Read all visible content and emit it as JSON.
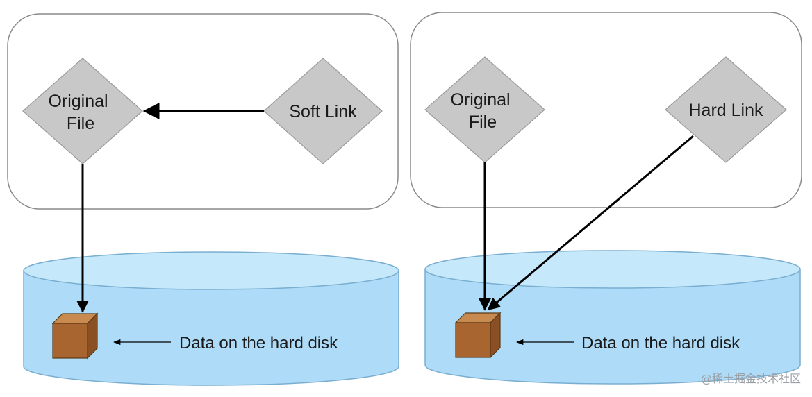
{
  "panels": [
    {
      "id": "soft",
      "original_label": [
        "Original",
        "File"
      ],
      "link_label": "Soft Link",
      "disk_label": "Data on the hard disk"
    },
    {
      "id": "hard",
      "original_label": [
        "Original",
        "File"
      ],
      "link_label": "Hard Link",
      "disk_label": "Data on the hard disk"
    }
  ],
  "watermark": "@稀土掘金技术社区",
  "colors": {
    "diamond_fill": "#c8c8c8",
    "disk_fill": "#aedcf8",
    "disk_top": "#c6e8fb",
    "cube_front": "#a8652f",
    "panel_border": "#8a8a8a"
  }
}
